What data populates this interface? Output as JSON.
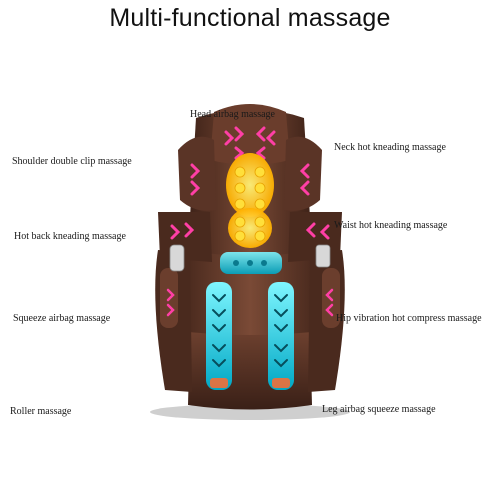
{
  "title": "Multi-functional massage",
  "labels": {
    "head": "Head airbag massage",
    "shoulder": "Shoulder double clip massage",
    "neck": "Neck hot kneading massage",
    "waist": "Waist hot kneading massage",
    "hot_back": "Hot back kneading massage",
    "squeeze": "Squeeze airbag massage",
    "hip": "Hip vibration hot compress massage",
    "roller": "Roller massage",
    "leg": "Leg airbag squeeze massage"
  },
  "colors": {
    "leather": "#5a3426",
    "leather_light": "#7a4a36",
    "airbag_pink": "#ff3fa6",
    "heat_yellow": "#ffc400",
    "airbag_cyan": "#36e0e8"
  }
}
